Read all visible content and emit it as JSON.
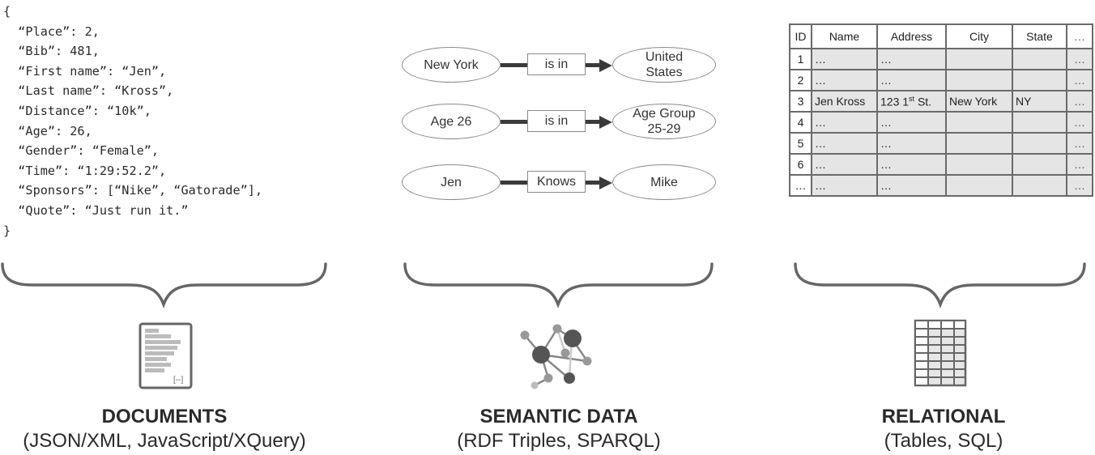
{
  "document_example": {
    "lines": [
      "{",
      "  “Place”: 2,",
      "  “Bib”: 481,",
      "  “First name”: “Jen”,",
      "  “Last name”: “Kross”,",
      "  “Distance”: “10k”,",
      "  “Age”: 26,",
      "  “Gender”: “Female”,",
      "  “Time”: “1:29:52.2”,",
      "  “Sponsors”: [“Nike”, “Gatorade”],",
      "  “Quote”: “Just run it.”",
      "}"
    ]
  },
  "triples": [
    {
      "subject": "New York",
      "predicate": "is in",
      "object": "United States"
    },
    {
      "subject": "Age 26",
      "predicate": "is in",
      "object": "Age Group 25-29"
    },
    {
      "subject": "Jen",
      "predicate": "Knows",
      "object": "Mike"
    }
  ],
  "table": {
    "headers": [
      "ID",
      "Name",
      "Address",
      "City",
      "State",
      "…"
    ],
    "rows": [
      [
        "1",
        "…",
        "…",
        "",
        "",
        "…"
      ],
      [
        "2",
        "…",
        "…",
        "",
        "",
        "…"
      ],
      [
        "3",
        "Jen Kross",
        "123 1st St.",
        "New York",
        "NY",
        "…"
      ],
      [
        "4",
        "…",
        "…",
        "",
        "",
        "…"
      ],
      [
        "5",
        "…",
        "…",
        "",
        "",
        "…"
      ],
      [
        "6",
        "…",
        "…",
        "",
        "",
        "…"
      ],
      [
        "…",
        "…",
        "…",
        "",
        "",
        "…"
      ]
    ]
  },
  "categories": [
    {
      "title": "DOCUMENTS",
      "subtitle": "(JSON/XML, JavaScript/XQuery)",
      "icon": "document-icon"
    },
    {
      "title": "SEMANTIC DATA",
      "subtitle": "(RDF Triples, SPARQL)",
      "icon": "graph-network-icon"
    },
    {
      "title": "RELATIONAL",
      "subtitle": "(Tables, SQL)",
      "icon": "table-grid-icon"
    }
  ],
  "colors": {
    "stroke": "#666666",
    "dark_node": "#555555",
    "light_node": "#9a9a9a",
    "cell_fill": "#e5e5e5"
  }
}
